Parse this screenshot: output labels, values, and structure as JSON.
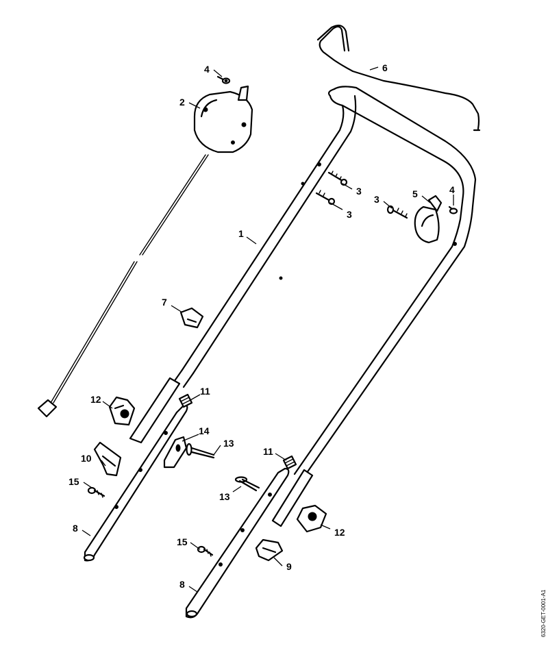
{
  "figure": {
    "doc_ref": "6320-GET-0001-A1",
    "callouts": {
      "c1": "1",
      "c2": "2",
      "c3a": "3",
      "c3b": "3",
      "c3c": "3",
      "c4a": "4",
      "c4b": "4",
      "c5": "5",
      "c6": "6",
      "c7": "7",
      "c8a": "8",
      "c8b": "8",
      "c9": "9",
      "c10": "10",
      "c11a": "11",
      "c11b": "11",
      "c12a": "12",
      "c12b": "12",
      "c13a": "13",
      "c13b": "13",
      "c14": "14",
      "c15a": "15",
      "c15b": "15"
    }
  }
}
